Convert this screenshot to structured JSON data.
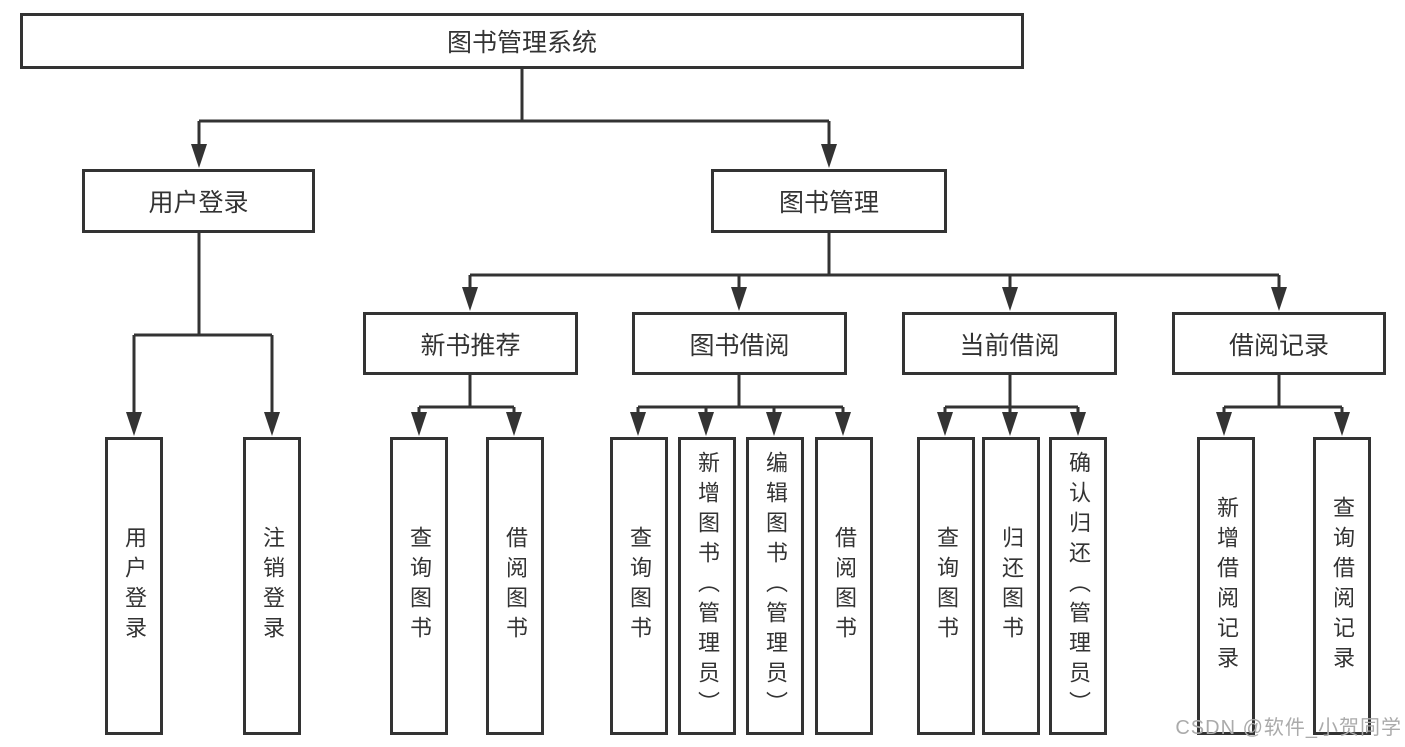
{
  "diagram": {
    "title": "图书管理系统",
    "nodes": {
      "root": {
        "label": "图书管理系统"
      },
      "branches": [
        {
          "label": "用户登录"
        },
        {
          "label": "图书管理"
        }
      ],
      "modules": [
        {
          "label": "新书推荐"
        },
        {
          "label": "图书借阅"
        },
        {
          "label": "当前借阅"
        },
        {
          "label": "借阅记录"
        }
      ],
      "leaves": [
        {
          "parent": "用户登录",
          "label": "用户登录"
        },
        {
          "parent": "用户登录",
          "label": "注销登录"
        },
        {
          "parent": "新书推荐",
          "label": "查询图书"
        },
        {
          "parent": "新书推荐",
          "label": "借阅图书"
        },
        {
          "parent": "图书借阅",
          "label": "查询图书"
        },
        {
          "parent": "图书借阅",
          "label": "新增图书（管理员）"
        },
        {
          "parent": "图书借阅",
          "label": "编辑图书（管理员）"
        },
        {
          "parent": "图书借阅",
          "label": "借阅图书"
        },
        {
          "parent": "当前借阅",
          "label": "查询图书"
        },
        {
          "parent": "当前借阅",
          "label": "归还图书"
        },
        {
          "parent": "当前借阅",
          "label": "确认归还（管理员）"
        },
        {
          "parent": "借阅记录",
          "label": "新增借阅记录"
        },
        {
          "parent": "借阅记录",
          "label": "查询借阅记录"
        }
      ]
    },
    "colors": {
      "line": "#333333",
      "box_border": "#333333",
      "box_fill": "#ffffff",
      "text": "#333333",
      "watermark": "#ababab",
      "background": "#ffffff"
    },
    "watermark": "CSDN @软件_小贺同学"
  }
}
